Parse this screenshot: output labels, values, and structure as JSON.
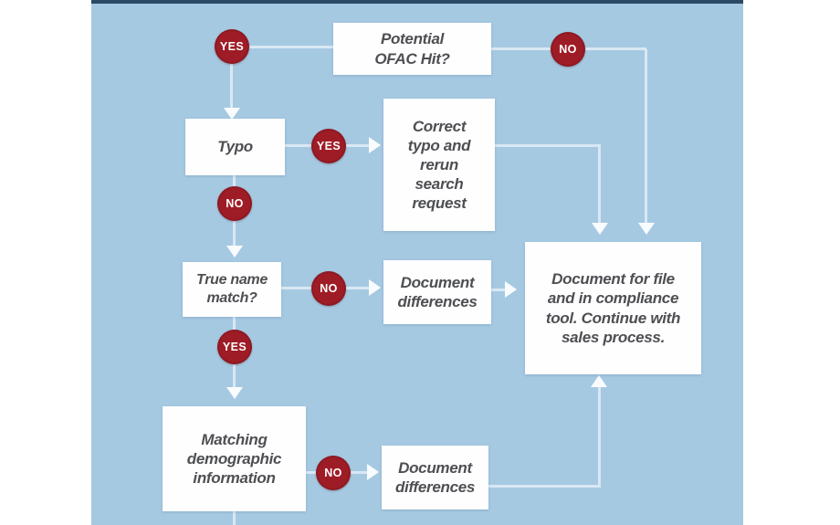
{
  "palette": {
    "canvas_bg": "#ffffff",
    "panel_bg": "#a6c9e2",
    "panel_top_border": "#2c4a66",
    "node_bg": "#fefefe",
    "node_text": "#4e4f53",
    "connector": "#d9e8f4",
    "arrowhead": "#f9fcfe",
    "badge_bg": "#9e1c26",
    "badge_text": "#ffffff"
  },
  "flowchart": {
    "nodes": {
      "potential_ofac_hit": {
        "label": "Potential\nOFAC Hit?"
      },
      "typo": {
        "label": "Typo"
      },
      "correct_typo": {
        "label": "Correct\ntypo and\nrerun\nsearch\nrequest"
      },
      "true_name_match": {
        "label": "True name\nmatch?"
      },
      "document_differences_1": {
        "label": "Document\ndifferences"
      },
      "document_for_file": {
        "label": "Document for file\nand in compliance\ntool. Continue with\nsales process."
      },
      "matching_demographic": {
        "label": "Matching\ndemographic\ninformation"
      },
      "document_differences_2": {
        "label": "Document\ndifferences"
      }
    },
    "badges": {
      "ofac_yes": "YES",
      "ofac_no": "NO",
      "typo_yes": "YES",
      "typo_no": "NO",
      "true_name_no": "NO",
      "true_name_yes": "YES",
      "matching_no": "NO"
    }
  }
}
